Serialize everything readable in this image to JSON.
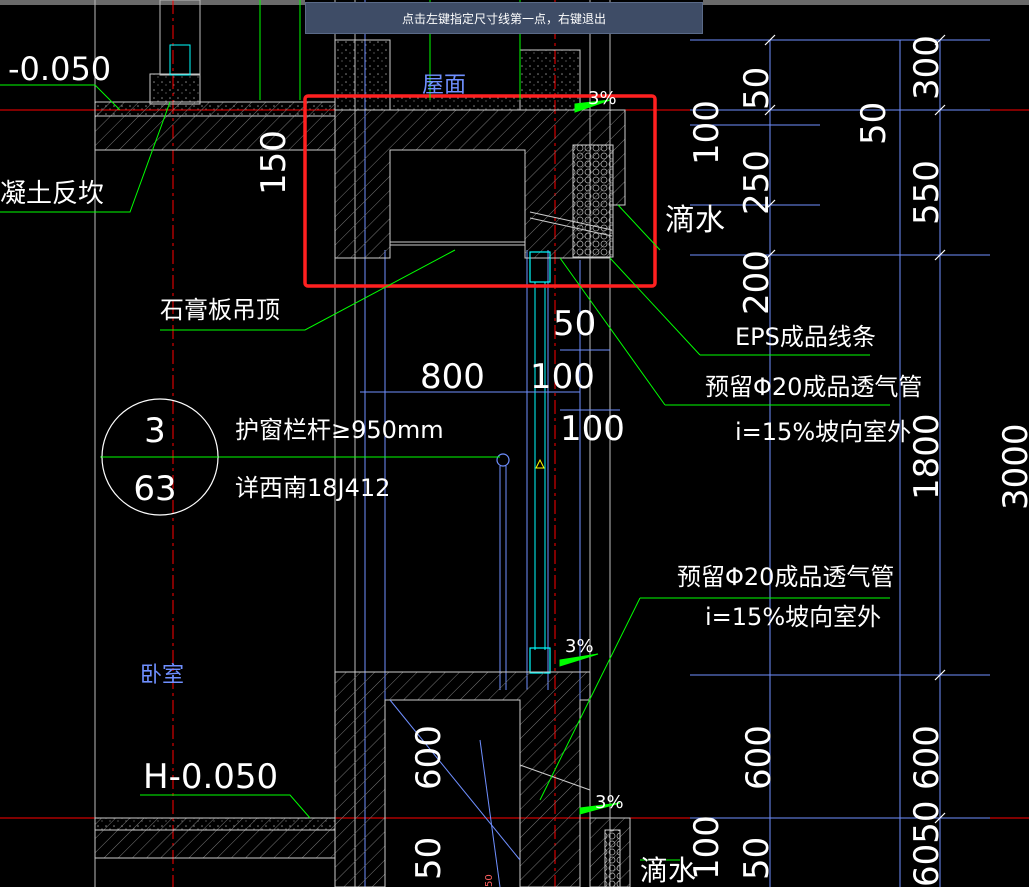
{
  "prompt": "点击左键指定尺寸线第一点，右键退出",
  "labels": {
    "elev_top": "-0.050",
    "concrete_curb": "凝土反坎",
    "roof": "屋面",
    "slope_top": "3%",
    "drip_top": "滴水",
    "gypsum_ceiling": "石膏板吊顶",
    "eps": "EPS成品线条",
    "vent_pipe_1": "预留Φ20成品透气管",
    "vent_slope_1": "i=15%坡向室外",
    "railing": "护窗栏杆≥950mm",
    "railing_ref": "详西南18J412",
    "callout_num": "3",
    "callout_page": "63",
    "vent_pipe_2": "预留Φ20成品透气管",
    "vent_slope_2": "i=15%坡向室外",
    "slope_mid": "3%",
    "bedroom": "卧室",
    "elev_bottom": "H-0.050",
    "slope_bottom": "3%",
    "drip_bottom": "滴水"
  },
  "dims": {
    "d150": "150",
    "d800": "800",
    "d100a": "100",
    "d100b": "100",
    "d50a": "50",
    "d50b": "50",
    "d100c": "100",
    "d250": "250",
    "d200": "200",
    "d50c": "50",
    "d300": "300",
    "d550": "550",
    "d1800": "1800",
    "d3000": "3000",
    "d600a": "600",
    "d600b": "600",
    "d600c": "600",
    "d50d": "50",
    "d100d": "100",
    "d50e": "50",
    "d6050": "6050",
    "d50f": "50"
  },
  "colors": {
    "background": "#000000",
    "dim": "#ffffff",
    "leader": "#00ff00",
    "axis": "#ff0000",
    "window": "#00ffff",
    "hatch": "#888888",
    "room": "#6f8fff",
    "highlight": "#ff2020",
    "prompt_bg": "#3e4c66"
  }
}
